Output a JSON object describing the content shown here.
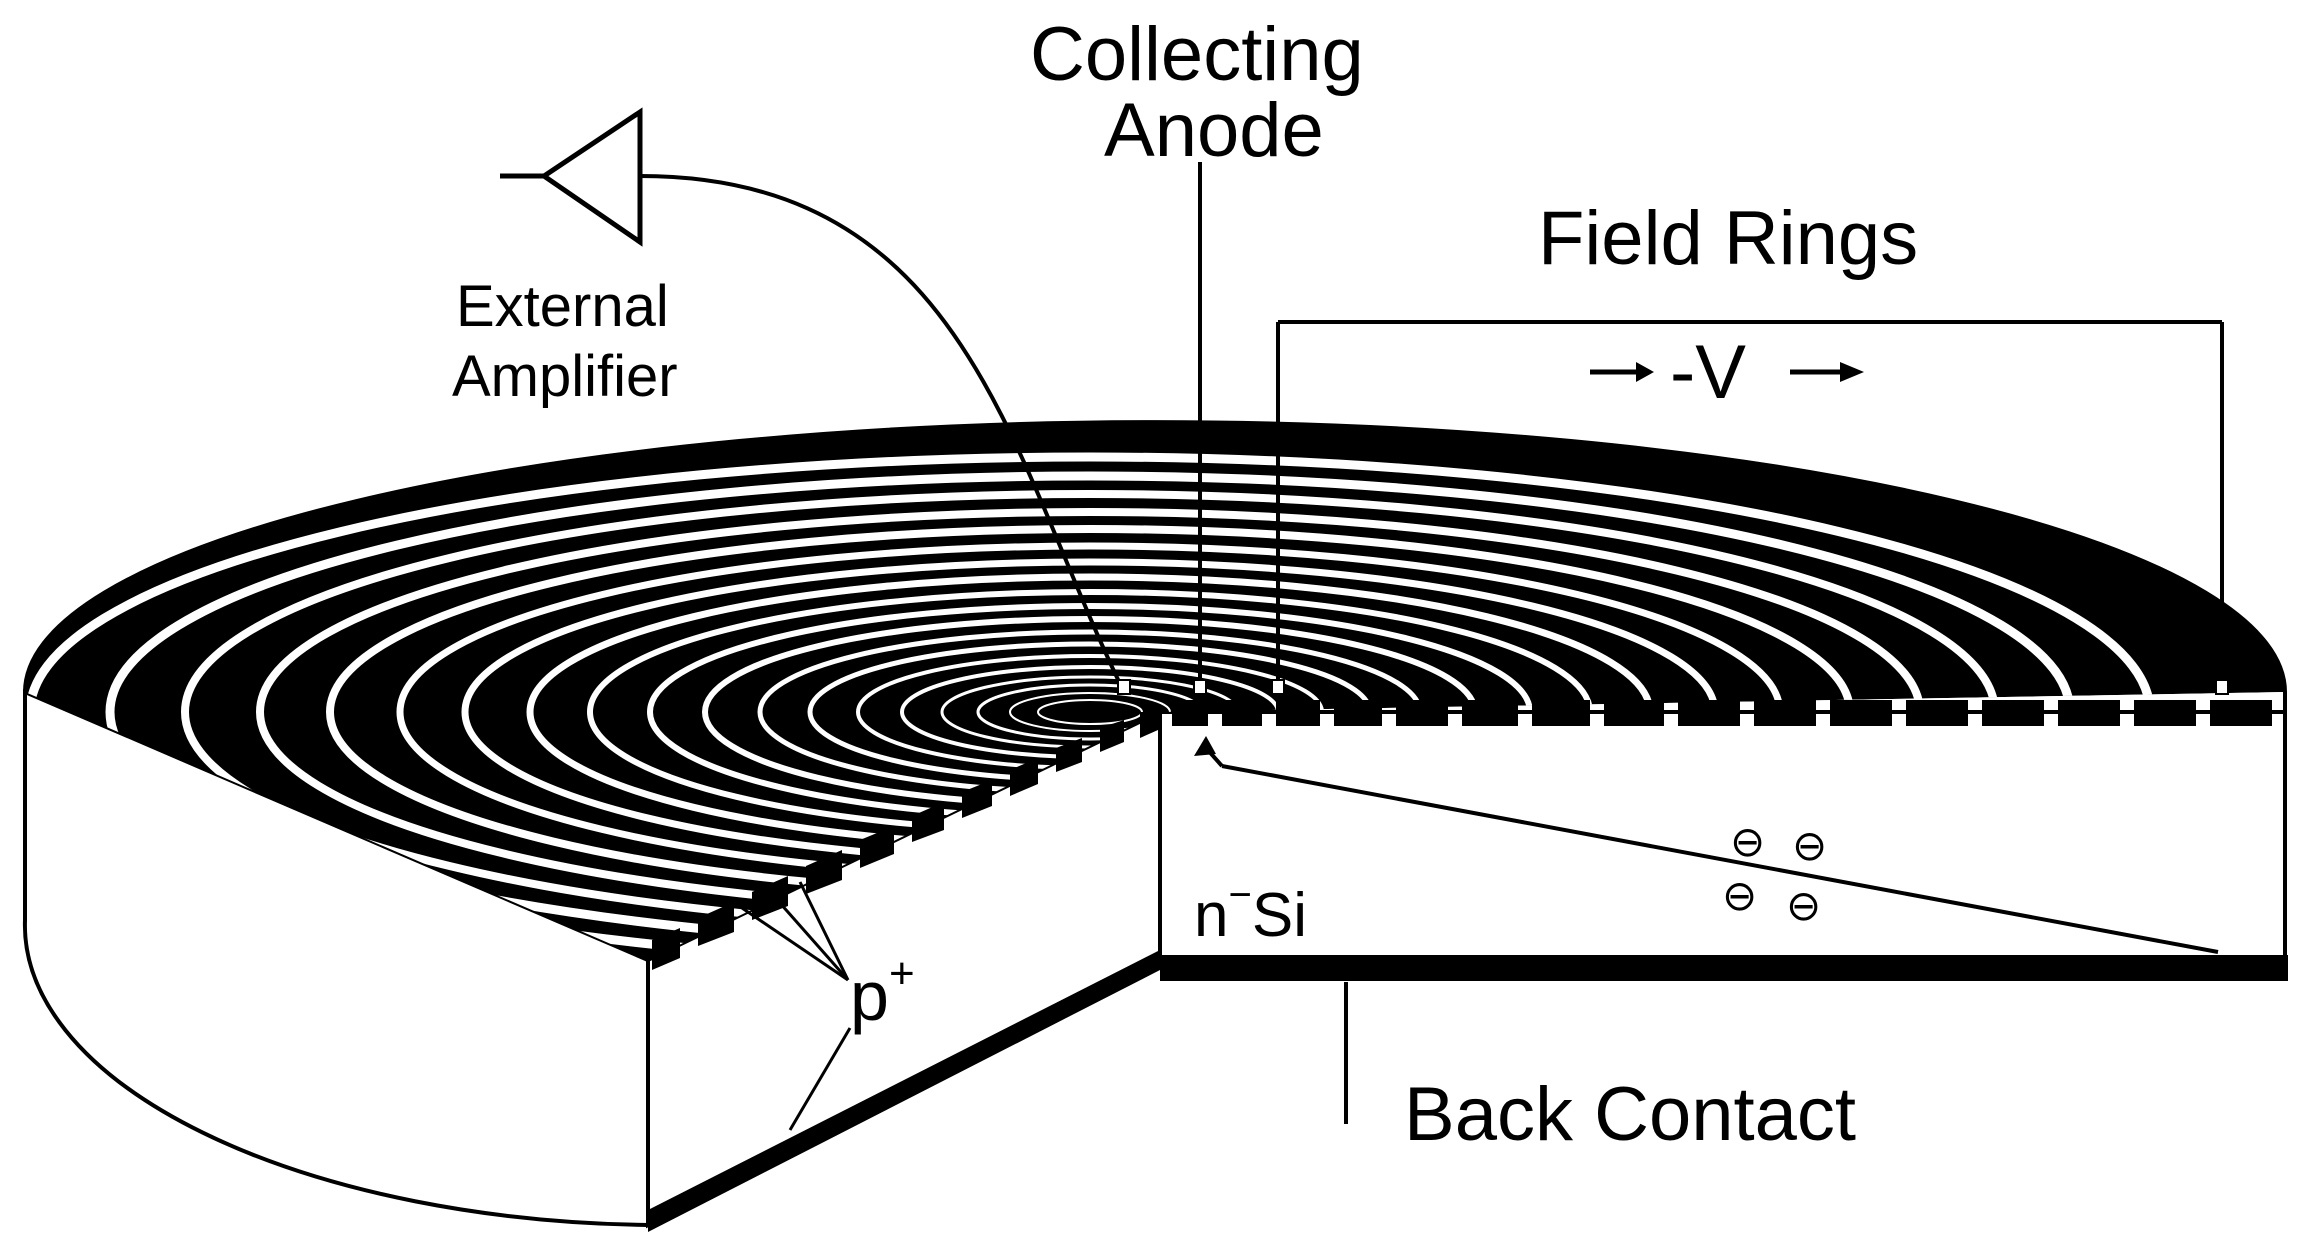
{
  "labels": {
    "collecting_anode_line1": "Collecting",
    "collecting_anode_line2": "Anode",
    "field_rings": "Field Rings",
    "voltage": "-V",
    "external_amplifier_line1": "External",
    "external_amplifier_line2": "Amplifier",
    "substrate": "Si",
    "substrate_prefix": "n",
    "substrate_superscript": "−",
    "p_plus": "p",
    "p_plus_superscript": "+",
    "back_contact": "Back Contact",
    "electron_symbol": "⊖"
  },
  "colors": {
    "background": "#ffffff",
    "ink": "#000000",
    "ring_gap": "#ffffff"
  }
}
